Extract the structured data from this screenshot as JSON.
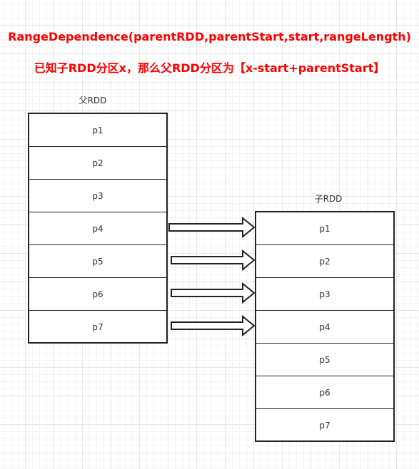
{
  "title_line1": "RangeDependence(parentRDD,parentStart,start,rangeLength)",
  "title_line2": "已知子RDD分区x，那么父RDD分区为【x-start+parentStart】",
  "parent": {
    "label": "父RDD",
    "partitions": [
      "p1",
      "p2",
      "p3",
      "p4",
      "p5",
      "p6",
      "p7"
    ]
  },
  "child": {
    "label": "子RDD",
    "partitions": [
      "p1",
      "p2",
      "p3",
      "p4",
      "p5",
      "p6",
      "p7"
    ]
  },
  "arrows": [
    {
      "from": "p4",
      "to": "p1"
    },
    {
      "from": "p5",
      "to": "p2"
    },
    {
      "from": "p6",
      "to": "p3"
    },
    {
      "from": "p7",
      "to": "p4"
    }
  ],
  "colors": {
    "title": "#ff0000",
    "border": "#222222",
    "text": "#333333"
  }
}
